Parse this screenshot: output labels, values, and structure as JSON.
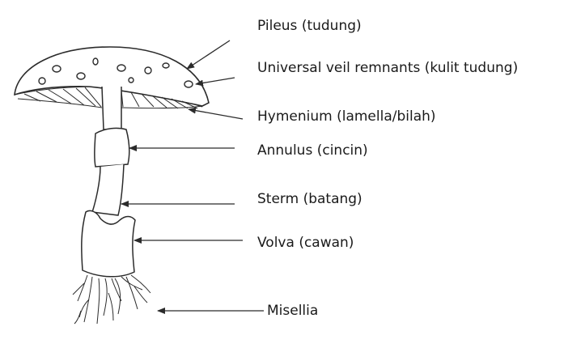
{
  "labels": {
    "pileus": "Pileus (tudung)",
    "veil": "Universal veil remnants (kulit tudung)",
    "hymenium": "Hymenium (lamella/bilah)",
    "annulus": "Annulus (cincin)",
    "stem": "Sterm (batang)",
    "volva": "Volva (cawan)",
    "misellia": "Misellia"
  },
  "colors": {
    "stroke": "#2b2b2b",
    "background": "#ffffff"
  }
}
